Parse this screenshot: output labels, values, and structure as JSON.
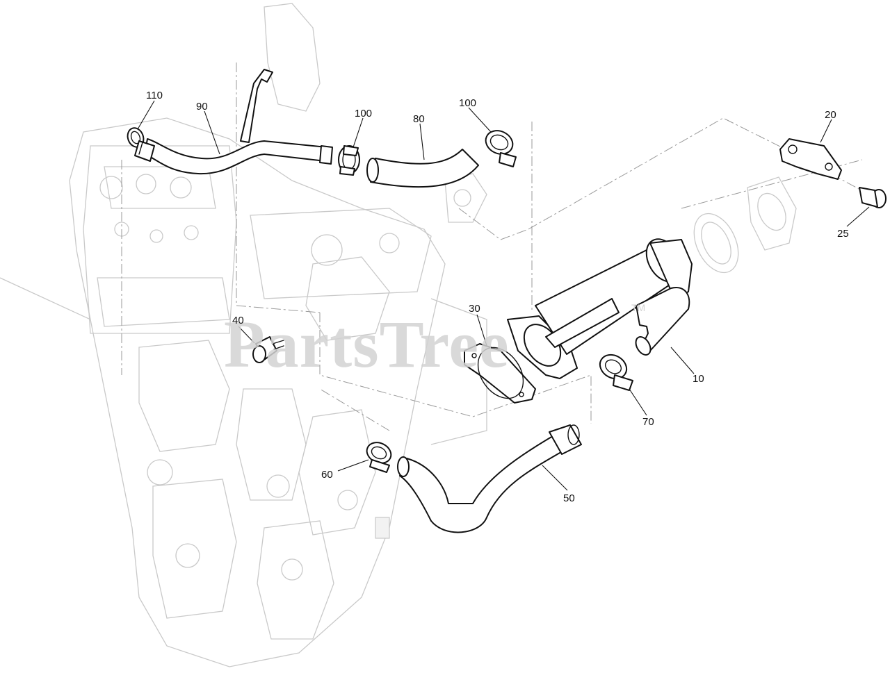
{
  "diagram": {
    "watermark": "PartsTree",
    "watermark_tm": "TM",
    "callouts": [
      {
        "id": "c10",
        "label": "10"
      },
      {
        "id": "c20",
        "label": "20"
      },
      {
        "id": "c25",
        "label": "25"
      },
      {
        "id": "c30",
        "label": "30"
      },
      {
        "id": "c40",
        "label": "40"
      },
      {
        "id": "c50",
        "label": "50"
      },
      {
        "id": "c60",
        "label": "60"
      },
      {
        "id": "c70",
        "label": "70"
      },
      {
        "id": "c80",
        "label": "80"
      },
      {
        "id": "c90",
        "label": "90"
      },
      {
        "id": "c100a",
        "label": "100"
      },
      {
        "id": "c100b",
        "label": "100"
      },
      {
        "id": "c110",
        "label": "110"
      }
    ]
  }
}
